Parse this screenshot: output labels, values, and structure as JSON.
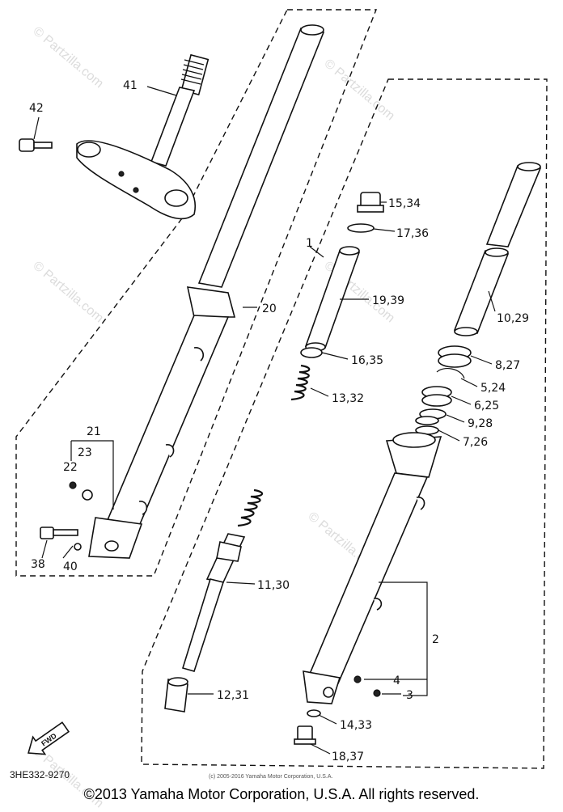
{
  "watermark": "© Partzilla.com",
  "diagram_code": "3HE332-9270",
  "fine_print": "(c) 2005-2016 Yamaha Motor Corporation, U.S.A.",
  "copyright": "©2013 Yamaha Motor Corporation, U.S.A. All rights reserved.",
  "fwd_label": "FWD",
  "callouts": {
    "p41": "41",
    "p42": "42",
    "p20": "20",
    "p21": "21",
    "p22": "22",
    "p23": "23",
    "p38": "38",
    "p40": "40",
    "p1": "1",
    "p15": "15,34",
    "p17": "17,36",
    "p19": "19,39",
    "p16": "16,35",
    "p13": "13,32",
    "p11": "11,30",
    "p12": "12,31",
    "p10": "10,29",
    "p8": "8,27",
    "p5": "5,24",
    "p6": "6,25",
    "p9": "9,28",
    "p7": "7,26",
    "p2": "2",
    "p4": "4",
    "p3": "3",
    "p14": "14,33",
    "p18": "18,37"
  }
}
